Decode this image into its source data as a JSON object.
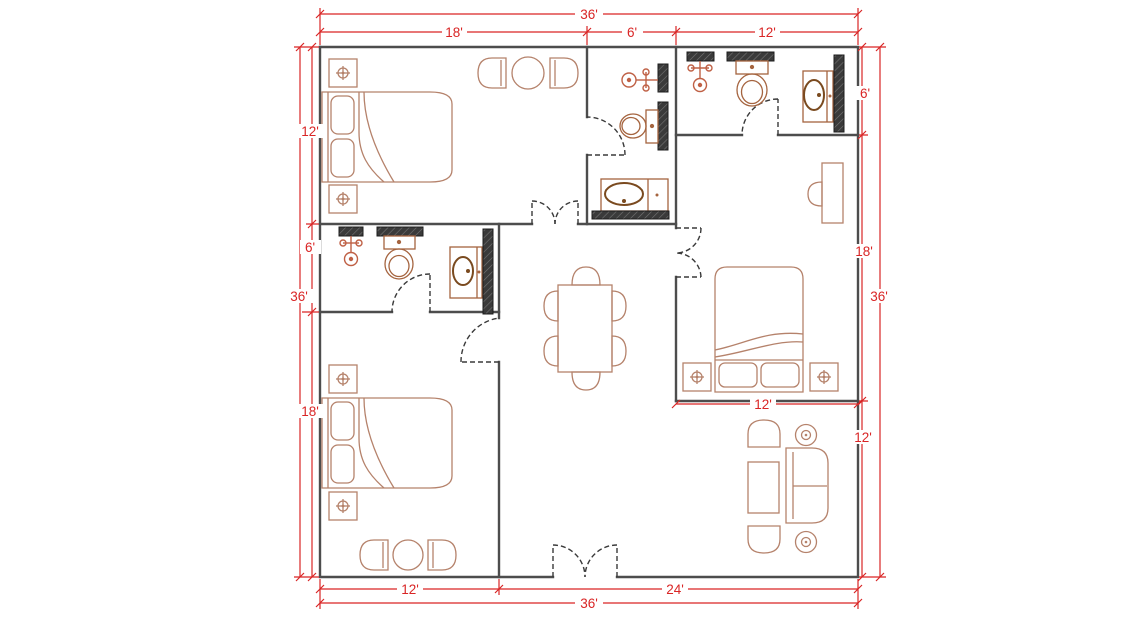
{
  "figure": {
    "type": "architectural-floor-plan",
    "units": "feet"
  },
  "colors": {
    "background": "#ffffff",
    "wall": "#4d4d4d",
    "dimension_red": "#d92525",
    "furniture_tan": "#b5826b",
    "fixture_brown": "#a5643f",
    "basin_brown": "#7a4a1f",
    "counter_dark": "#3a3a3a"
  },
  "dimensions": {
    "top": {
      "overall": "36'",
      "segments": [
        "18'",
        "6'",
        "12'"
      ]
    },
    "left": {
      "overall": "36'",
      "segments": [
        "12'",
        "6'",
        "18'"
      ]
    },
    "right": {
      "overall": "36'",
      "segments": [
        "6'",
        "18'",
        "12'"
      ]
    },
    "bottom": {
      "overall": "36'",
      "segments": [
        "12'",
        "24'"
      ]
    },
    "interior": {
      "master_bedroom_width": "12'"
    }
  },
  "symbols": [
    "double-bed",
    "nightstand-with-lamp",
    "round-table",
    "tub-chair",
    "dining-table-six-chairs",
    "sofa",
    "armchair",
    "coffee-table",
    "side-table",
    "desk-with-chair",
    "toilet",
    "shower-fixture",
    "vanity-sink",
    "counter-panel",
    "single-door",
    "double-door"
  ]
}
